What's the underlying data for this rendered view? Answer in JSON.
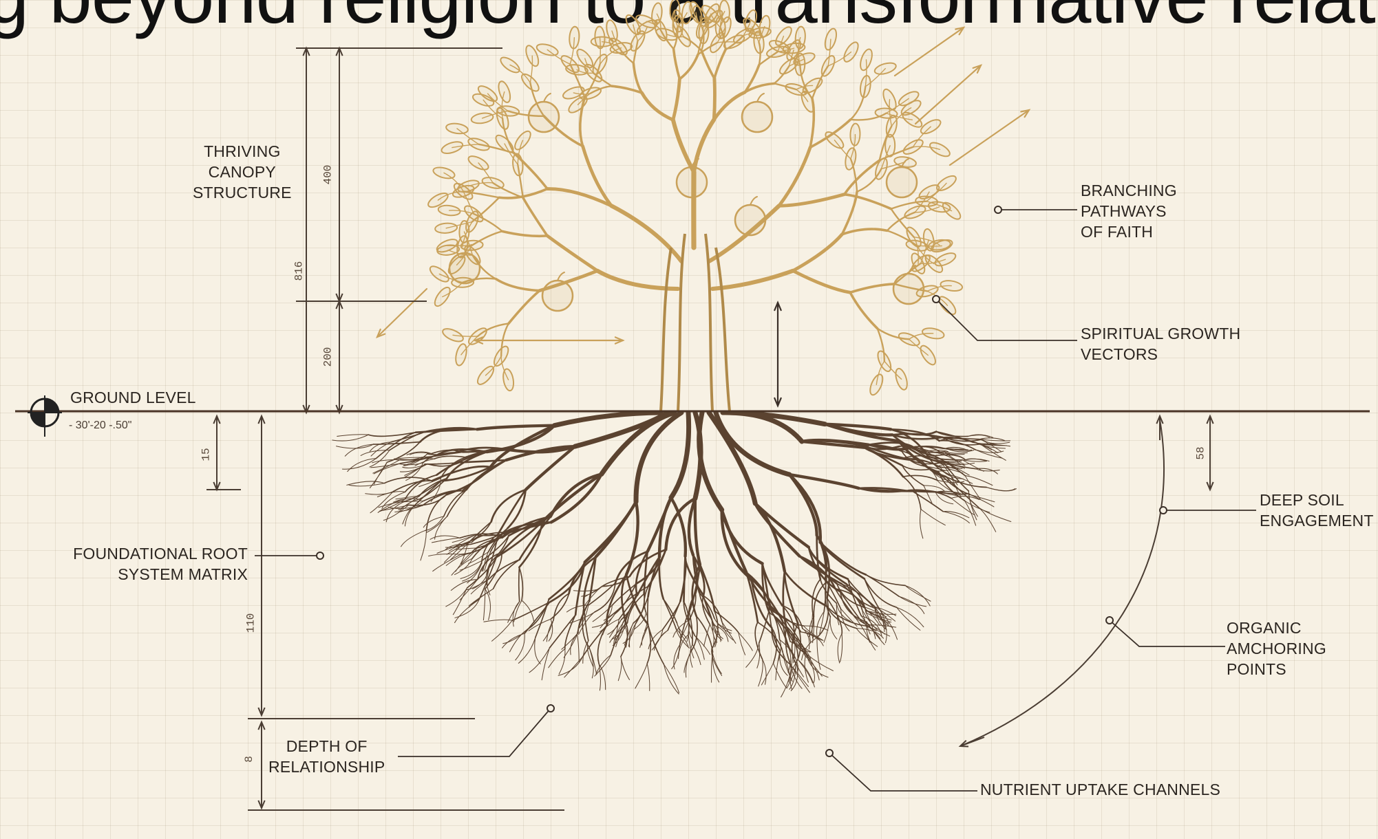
{
  "headline": "g beyond religion to a transformative relati",
  "labels": {
    "canopy": [
      "THRIVING",
      "CANOPY",
      "STRUCTURE"
    ],
    "branching": [
      "BRANCHING",
      "PATHWAYS",
      "OF FAITH"
    ],
    "spiritual": [
      "SPIRITUAL GROWTH",
      "VECTORS"
    ],
    "ground": "GROUND LEVEL",
    "ground_coords": "- 30'-20 -.50\"",
    "foundational": [
      "FOUNDATIONAL ROOT",
      "SYSTEM MATRIX"
    ],
    "deep_soil": [
      "DEEP SOIL",
      "ENGAGEMENT"
    ],
    "organic": [
      "ORGANIC",
      "AMCHORING",
      "POINTS"
    ],
    "depth": [
      "DEPTH OF",
      "RELATIONSHIP"
    ],
    "nutrient": "NUTRIENT UPTAKE CHANNELS"
  },
  "dimensions": {
    "canopy_upper": "400",
    "canopy_total": "816",
    "canopy_lower": "200",
    "root_shallow": "15",
    "root_main": "110",
    "root_bottom": "8",
    "root_right": "58"
  },
  "colors": {
    "canopy": "#c9a15a",
    "roots": "#5b4330",
    "ink": "#2b2520",
    "paper": "#f7f1e4"
  }
}
